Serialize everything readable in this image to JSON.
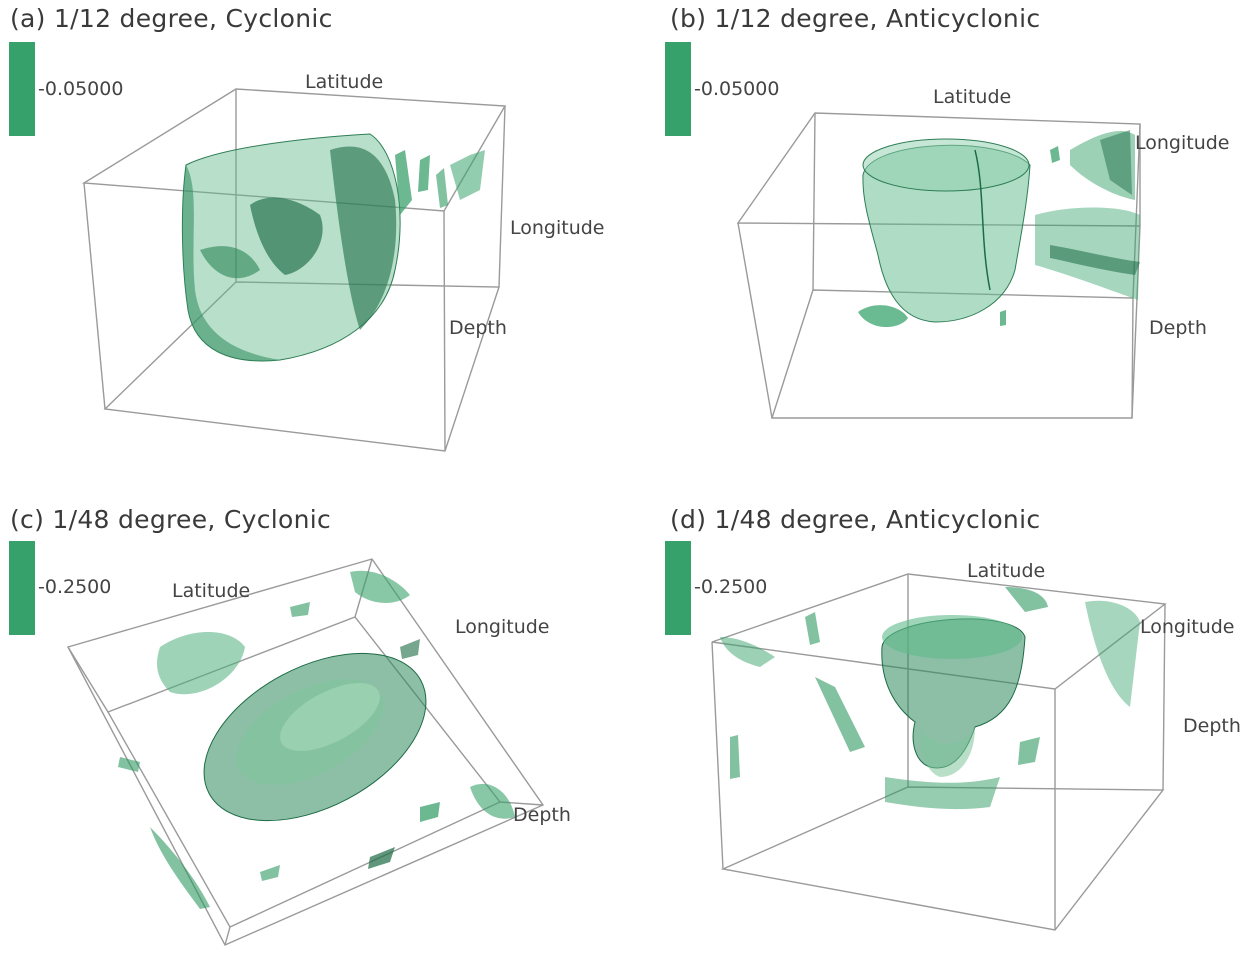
{
  "colors": {
    "isosurface": "#2e9a62",
    "swatch": "#36a16a",
    "dark": "#1c6b45",
    "frame": "#9a9a9a"
  },
  "panels": [
    {
      "title": "(a) 1/12 degree, Cyclonic",
      "colorbar_value": "-0.05000",
      "axes": {
        "latitude": "Latitude",
        "longitude": "Longitude",
        "depth": "Depth"
      }
    },
    {
      "title": "(b) 1/12 degree, Anticyclonic",
      "colorbar_value": "-0.05000",
      "axes": {
        "latitude": "Latitude",
        "longitude": "Longitude",
        "depth": "Depth"
      }
    },
    {
      "title": "(c) 1/48 degree, Cyclonic",
      "colorbar_value": "-0.2500",
      "axes": {
        "latitude": "Latitude",
        "longitude": "Longitude",
        "depth": "Depth"
      }
    },
    {
      "title": "(d) 1/48 degree, Anticyclonic",
      "colorbar_value": "-0.2500",
      "axes": {
        "latitude": "Latitude",
        "longitude": "Longitude",
        "depth": "Depth"
      }
    }
  ]
}
